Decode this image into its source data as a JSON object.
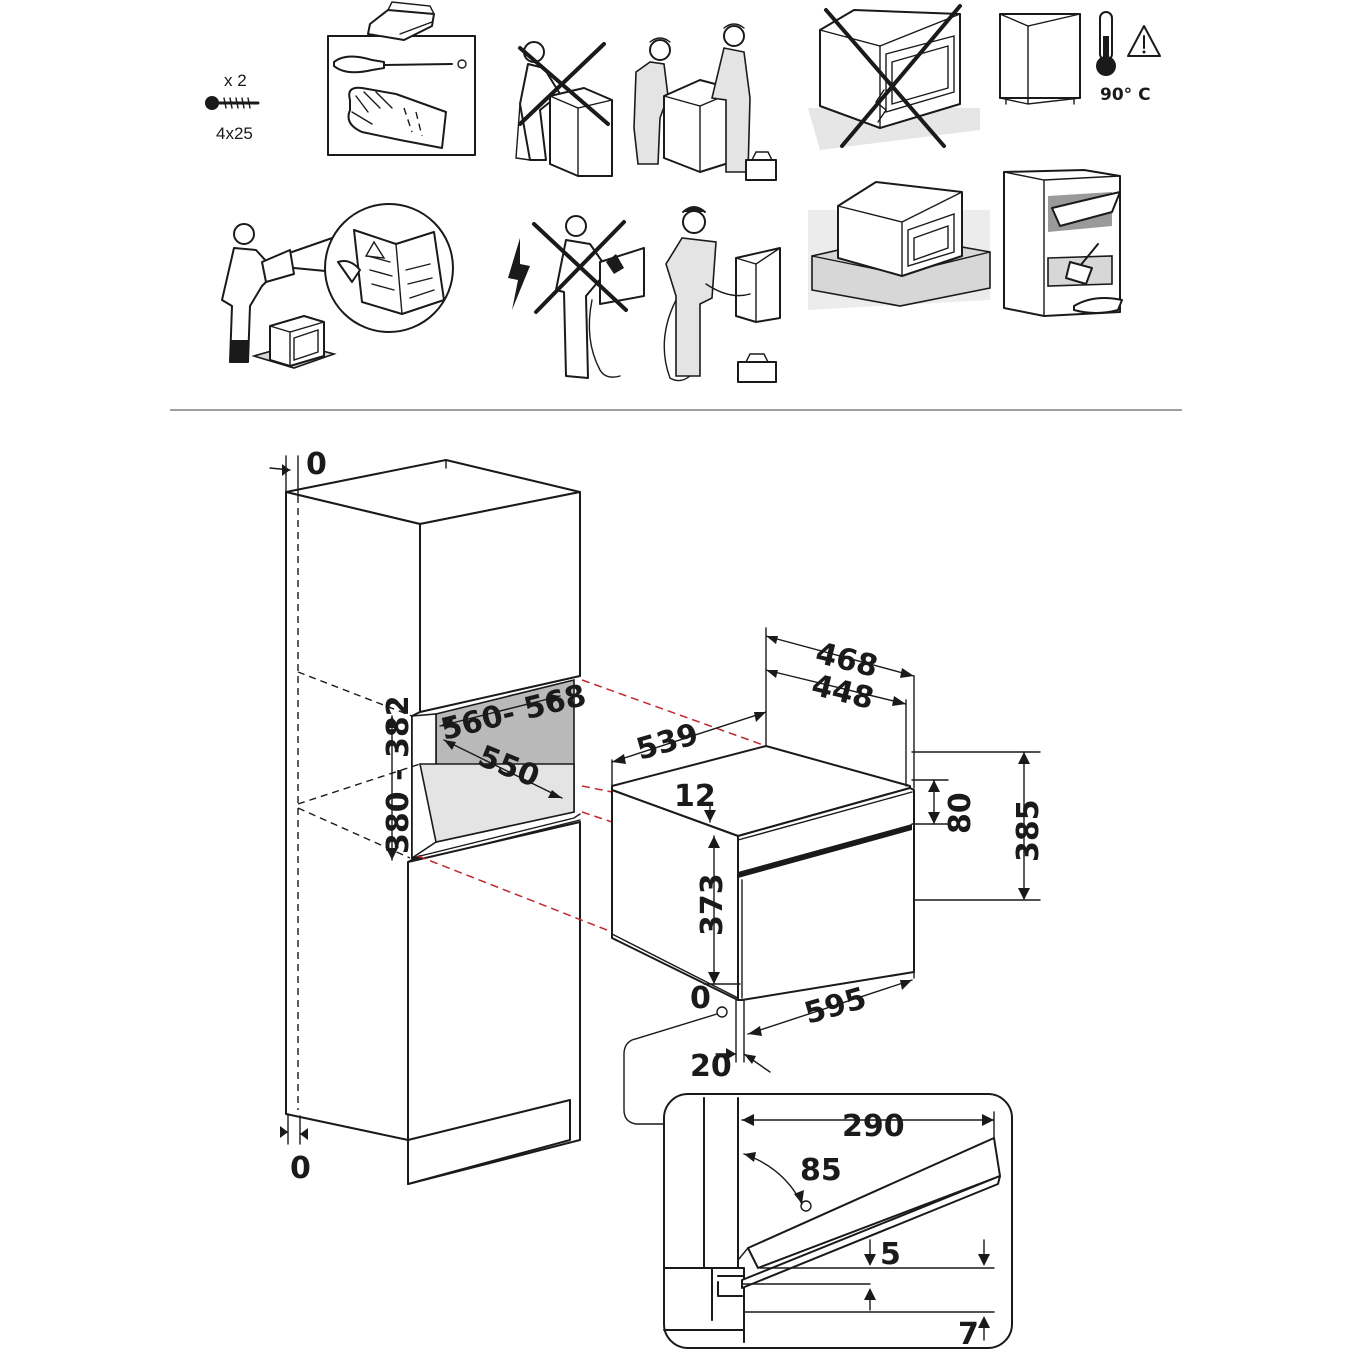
{
  "pictograms": {
    "screw_quantity": "x 2",
    "screw_size": "4x25",
    "temperature": "90° C"
  },
  "dimensions": {
    "cabinet_gap_top": "0",
    "cabinet_gap_bottom": "0",
    "niche_depth": "560- 568",
    "niche_width": "550",
    "niche_height": "380 - 382",
    "oven_depth_total": "468",
    "oven_depth_body": "448",
    "oven_width_body": "539",
    "front_offset": "12",
    "panel_height": "80",
    "front_height": "385",
    "body_height": "373",
    "front_width": "595",
    "base_gap": "0",
    "front_thickness": "20"
  },
  "door_detail": {
    "door_depth": "290",
    "door_angle": "85",
    "step_height": "5",
    "base_clearance": "7"
  }
}
